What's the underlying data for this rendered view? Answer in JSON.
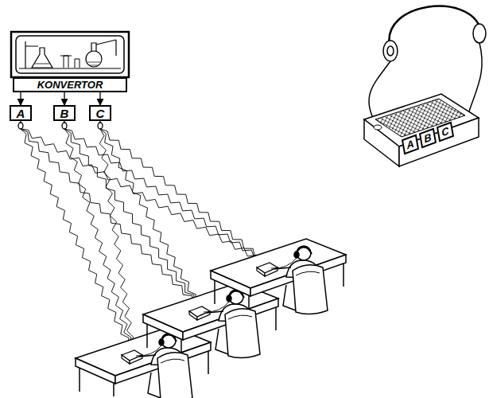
{
  "diagram": {
    "nodes": [
      {
        "text": [
          "KONVERTOR"
        ]
      },
      {
        "text": [
          "A"
        ]
      },
      {
        "text": [
          "B"
        ]
      },
      {
        "text": [
          "C"
        ]
      },
      {
        "text": [
          "A"
        ]
      },
      {
        "text": [
          "B"
        ]
      },
      {
        "text": [
          "C"
        ]
      }
    ],
    "edges": [
      {
        "from": 0,
        "to": 1,
        "arrow": "to"
      },
      {
        "from": 0,
        "to": 2,
        "arrow": "to"
      },
      {
        "from": 0,
        "to": 3,
        "arrow": "to"
      }
    ]
  }
}
